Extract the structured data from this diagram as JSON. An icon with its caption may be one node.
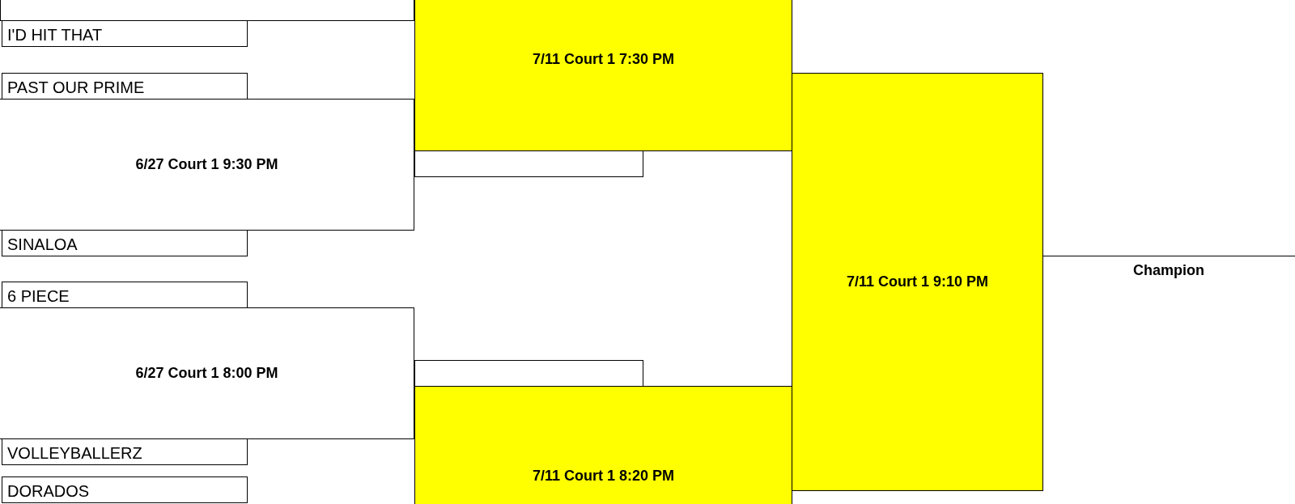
{
  "diagram": {
    "nodes": [
      {
        "text": [],
        "shape": "box"
      },
      {
        "text": [
          "I'D HIT THAT"
        ]
      },
      {
        "text": [
          "PAST OUR PRIME"
        ]
      },
      {
        "text": [
          "6/27 Court 1 9:30 PM"
        ]
      },
      {
        "text": [
          "SINALOA"
        ]
      },
      {
        "text": [
          "6 PIECE"
        ]
      },
      {
        "text": [
          "6/27 Court 1 8:00 PM"
        ]
      },
      {
        "text": [
          "VOLLEYBALLERZ"
        ]
      },
      {
        "text": [
          "DORADOS"
        ]
      },
      {
        "text": [
          "7/11 Court 1 7:30 PM"
        ]
      },
      {
        "text": [],
        "shape": "box"
      },
      {
        "text": [],
        "shape": "box"
      },
      {
        "text": [
          "7/11 Court 1 8:20 PM"
        ]
      },
      {
        "text": [
          "7/11 Court 1 9:10 PM"
        ]
      },
      {
        "text": [
          "Champion"
        ]
      }
    ]
  }
}
